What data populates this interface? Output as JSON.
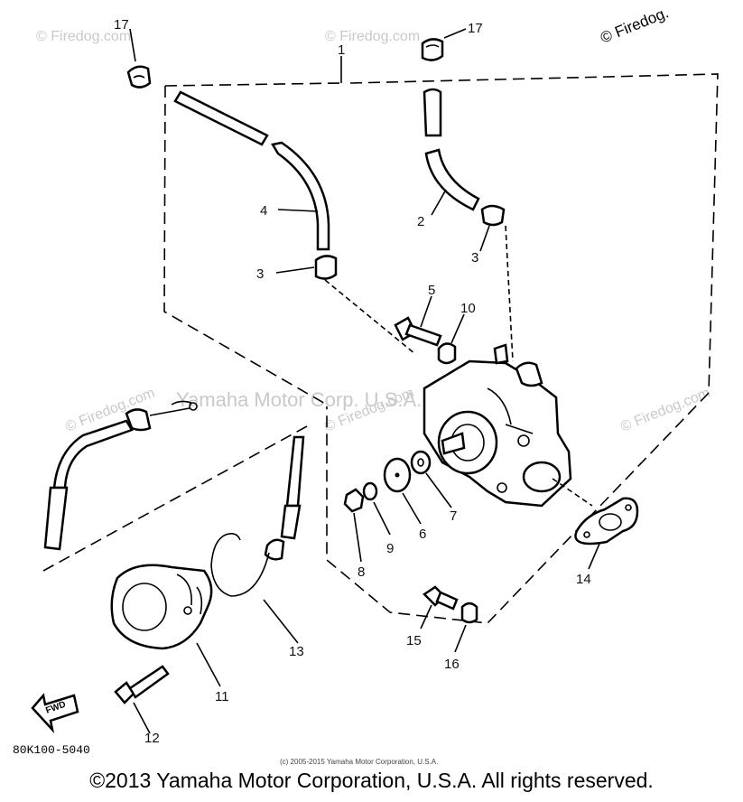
{
  "diagram_code": "80K100-5040",
  "copyright_small": "(c) 2005-2015 Yamaha Motor Corporation, U.S.A.",
  "copyright_main": "©2013 Yamaha Motor Corporation, U.S.A. All rights reserved.",
  "watermark_corner": "© Firedog.",
  "watermark_banner": "Yamaha Motor Corp. U.S.A.",
  "watermark_repeat": "© Firedog.com",
  "fwd_label": "FWD",
  "callouts": [
    "17",
    "17",
    "1",
    "4",
    "2",
    "3",
    "3",
    "5",
    "10",
    "7",
    "6",
    "9",
    "8",
    "14",
    "13",
    "15",
    "16",
    "11",
    "12"
  ]
}
